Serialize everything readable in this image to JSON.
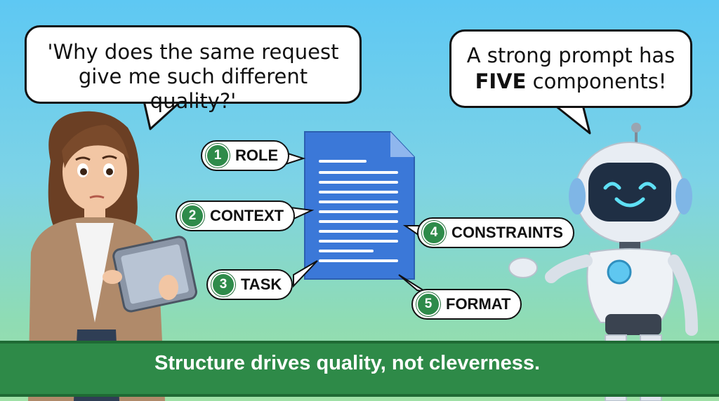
{
  "speech": {
    "woman_line1": "'Why does the same request",
    "woman_line2": "give me such different quality?'",
    "robot_line1": "A strong prompt has",
    "robot_bold": "FIVE",
    "robot_rest": " components!"
  },
  "components": [
    {
      "number": "1",
      "label": "ROLE"
    },
    {
      "number": "2",
      "label": "CONTEXT"
    },
    {
      "number": "3",
      "label": "TASK"
    },
    {
      "number": "4",
      "label": "CONSTRAINTS"
    },
    {
      "number": "5",
      "label": "FORMAT"
    }
  ],
  "banner": {
    "text": "Structure drives quality, not cleverness."
  },
  "colors": {
    "sky": "#5ec8f3",
    "grass": "#9fe0a6",
    "banner": "#2e8a48",
    "badge": "#2e8b4a",
    "document": "#3b78d8"
  }
}
